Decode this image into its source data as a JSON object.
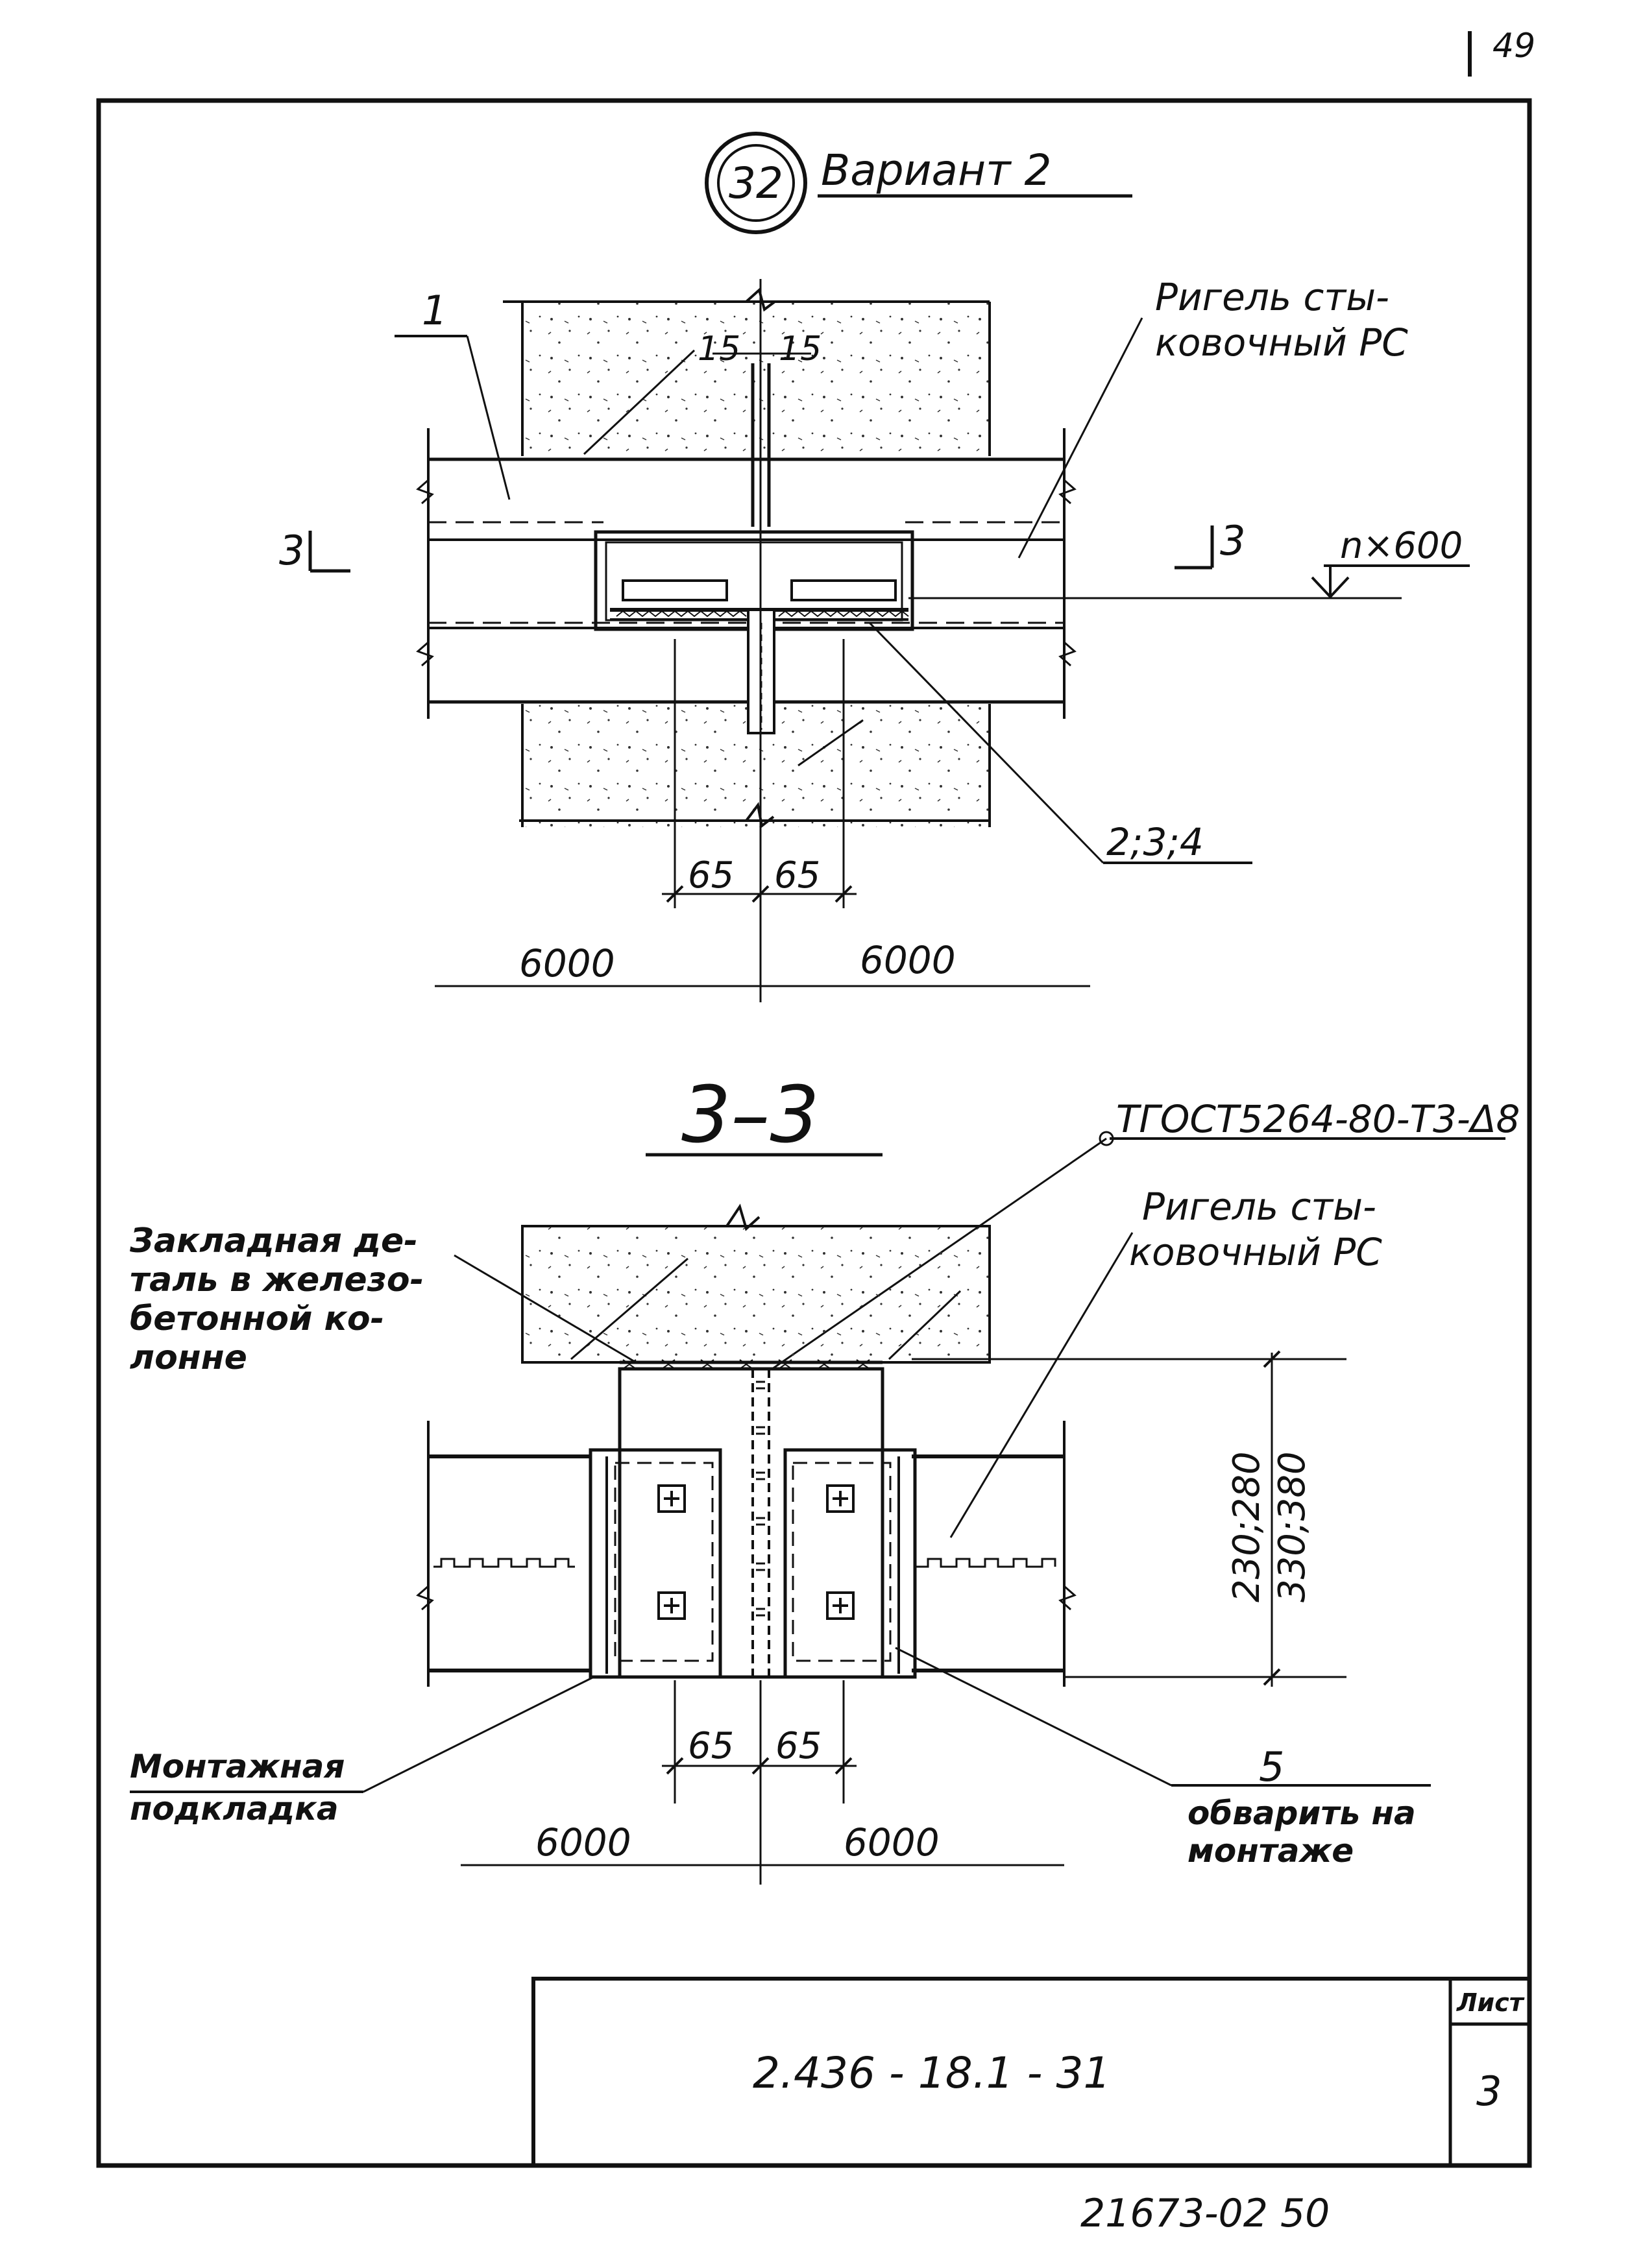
{
  "page_number": "49",
  "detail": {
    "number": "32",
    "title": "Вариант 2"
  },
  "plan": {
    "labels": {
      "item1": "1",
      "rigel_line1": "Ригель сты-",
      "rigel_line2": "ковочный РС",
      "cut_left": "3",
      "cut_right": "3",
      "spacing": "n×600",
      "items_234": "2;3;4"
    },
    "dimensions": {
      "d15_left": "15",
      "d15_right": "15",
      "d65_left": "65",
      "d65_right": "65",
      "d6000_left": "6000",
      "d6000_right": "6000"
    }
  },
  "section": {
    "title": "3–3",
    "weld_note": "ТГОСТ5264-80-Т3-Δ8",
    "embedded_line1": "Закладная де-",
    "embedded_line2": "таль в железо-",
    "embedded_line3": "бетонной ко-",
    "embedded_line4": "лонне",
    "rigel_line1": "Ригель сты-",
    "rigel_line2": "ковочный РС",
    "height_1": "230;280",
    "height_2": "330;380",
    "mount_line1": "Монтажная",
    "mount_line2": "подкладка",
    "item5": "5",
    "weld_line1": "обварить на",
    "weld_line2": "монтаже",
    "dimensions": {
      "d65_left": "65",
      "d65_right": "65",
      "d6000_left": "6000",
      "d6000_right": "6000"
    }
  },
  "title_block": {
    "code": "2.436 - 18.1 - 31",
    "sheet_label": "Лист",
    "sheet_number": "3"
  },
  "footer": {
    "archive": "21673-02   50"
  }
}
